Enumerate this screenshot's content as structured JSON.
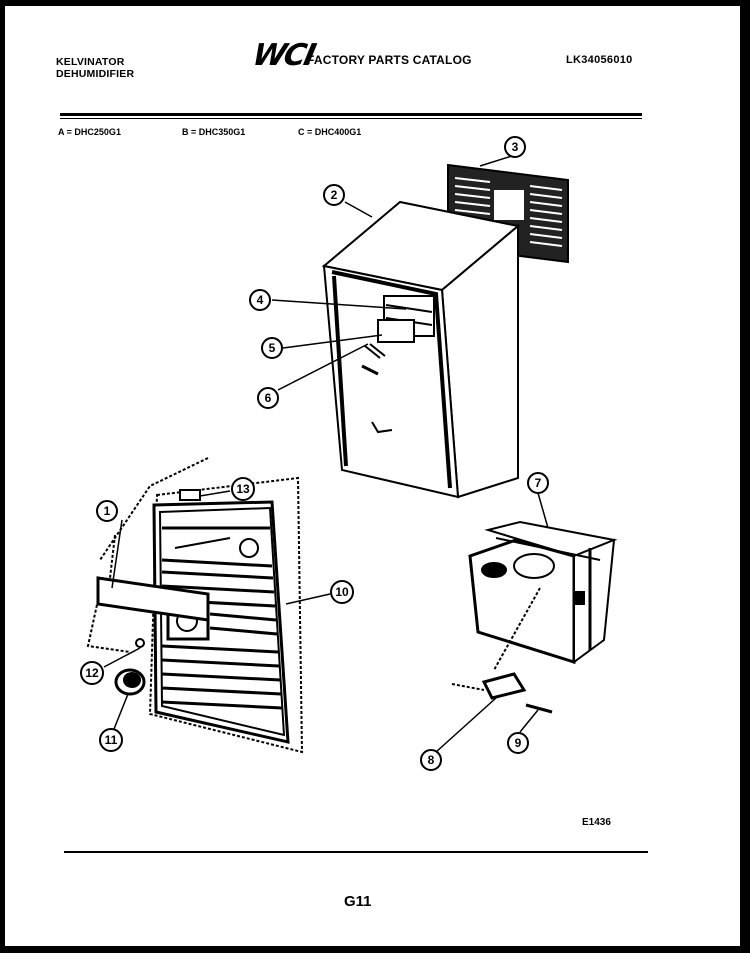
{
  "header": {
    "brand_line1": "KELVINATOR",
    "brand_line2": "DEHUMIDIFIER",
    "logo_text": "WCI",
    "catalog_title": "FACTORY PARTS CATALOG",
    "catalog_number": "LK34056010"
  },
  "models": {
    "a": "A = DHC250G1",
    "b": "B = DHC350G1",
    "c": "C = DHC400G1"
  },
  "callouts": [
    "1",
    "2",
    "3",
    "4",
    "5",
    "6",
    "7",
    "8",
    "9",
    "10",
    "11",
    "12",
    "13"
  ],
  "drawing_number": "E1436",
  "page_number": "G11"
}
